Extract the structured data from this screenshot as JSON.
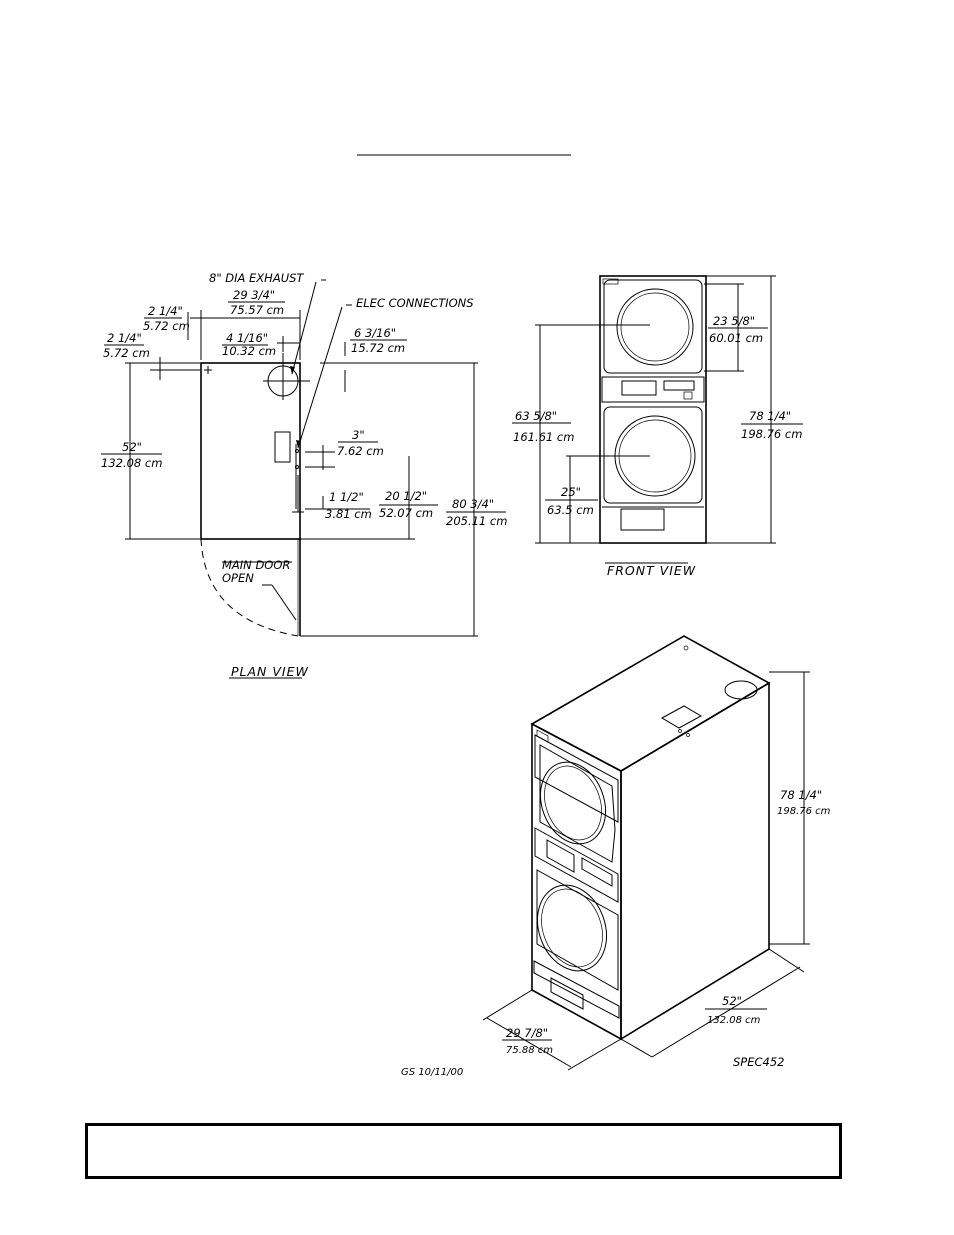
{
  "dimensions": {
    "dia_exhaust": "8\" DIA  EXHAUST",
    "elec_connections": "ELEC  CONNECTIONS",
    "w_29_3_4_in": "29  3/4\"",
    "w_29_3_4_cm": "75.57  cm",
    "d_2_1_4a_in": "2  1/4\"",
    "d_2_1_4a_cm": "5.72  cm",
    "d_2_1_4b_in": "2  1/4\"",
    "d_2_1_4b_cm": "5.72  cm",
    "d_4_1_16_in": "4  1/16\"",
    "d_4_1_16_cm": "10.32  cm",
    "d_6_3_16_in": "6  3/16\"",
    "d_6_3_16_cm": "15.72  cm",
    "d_52_in": "52\"",
    "d_52_cm": "132.08  cm",
    "d_3_in": "3\"",
    "d_3_cm": "7.62  cm",
    "d_1_1_2_in": "1  1/2\"",
    "d_1_1_2_cm": "3.81  cm",
    "d_20_1_2_in": "20  1/2\"",
    "d_20_1_2_cm": "52.07  cm",
    "d_80_3_4_in": "80  3/4\"",
    "d_80_3_4_cm": "205.11  cm",
    "main_door_1": "MAIN  DOOR",
    "main_door_2": "OPEN",
    "f_23_5_8_in": "23  5/8\"",
    "f_23_5_8_cm": "60.01  cm",
    "f_63_5_8_in": "63  5/8\"",
    "f_63_5_8_cm": "161.61  cm",
    "f_78_1_4_in": "78  1/4\"",
    "f_78_1_4_cm": "198.76  cm",
    "f_25_in": "25\"",
    "f_25_cm": "63.5  cm",
    "iso_78_1_4_in": "78  1/4\"",
    "iso_78_1_4_cm": "198.76  cm",
    "iso_52_in": "52\"",
    "iso_52_cm": "132.08  cm",
    "iso_29_7_8_in": "29  7/8\"",
    "iso_29_7_8_cm": "75.88  cm"
  },
  "labels": {
    "plan_view": "PLAN  VIEW",
    "front_view": "FRONT  VIEW",
    "spec_code": "SPEC452",
    "drafter_date": "GS  10/11/00"
  }
}
